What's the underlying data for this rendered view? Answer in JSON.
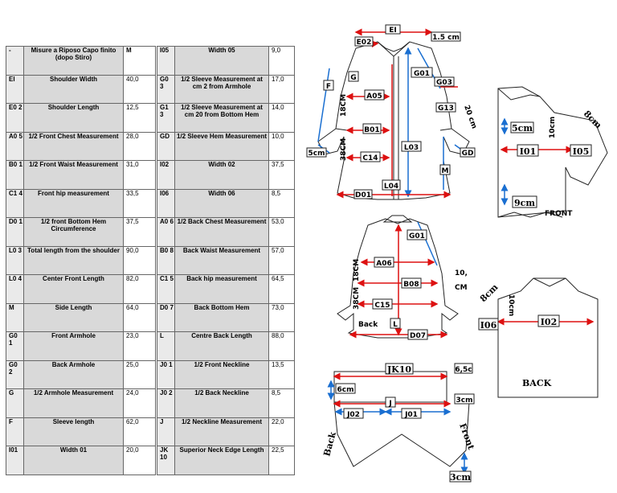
{
  "left_table": {
    "header": {
      "code": "-",
      "desc": "Misure a Riposo Capo finito (dopo Stiro)",
      "size": "M"
    },
    "rows": [
      {
        "code": "EI",
        "desc": "Shoulder Width",
        "value": "40,0"
      },
      {
        "code": "E0 2",
        "desc": "Shoulder Length",
        "value": "12,5"
      },
      {
        "code": "A0 5",
        "desc": "1/2 Front Chest Measurement",
        "value": "28,0"
      },
      {
        "code": "B0 1",
        "desc": "1/2 Front Waist Measurement",
        "value": "31,0"
      },
      {
        "code": "C1 4",
        "desc": "Front hip measurement",
        "value": "33,5"
      },
      {
        "code": "D0 1",
        "desc": "1/2 front Bottom Hem Circumference",
        "value": "37,5"
      },
      {
        "code": "L0 3",
        "desc": "Total length from the shoulder",
        "value": "90,0"
      },
      {
        "code": "L0 4",
        "desc": "Center Front Length",
        "value": "82,0"
      },
      {
        "code": "M",
        "desc": "Side Length",
        "value": "64,0"
      },
      {
        "code": "G0 1",
        "desc": "Front Armhole",
        "value": "23,0"
      },
      {
        "code": "G0 2",
        "desc": "Back Armhole",
        "value": "25,0"
      },
      {
        "code": "G",
        "desc": "1/2 Armhole Measurement",
        "value": "24,0"
      },
      {
        "code": "F",
        "desc": "Sleeve length",
        "value": "62,0"
      },
      {
        "code": "I01",
        "desc": "Width 01",
        "value": "20,0"
      }
    ]
  },
  "right_table": {
    "rows": [
      {
        "code": "I05",
        "desc": "Width 05",
        "value": "9,0"
      },
      {
        "code": "G0 3",
        "desc": "1/2 Sleeve Measurement at cm 2 from Armhole",
        "value": "17,0"
      },
      {
        "code": "G1 3",
        "desc": "1/2 Sleeve Measurement at cm 20 from Bottom Hem",
        "value": "14,0"
      },
      {
        "code": "GD",
        "desc": "1/2 Sleeve Hem Measurement",
        "value": "10,0"
      },
      {
        "code": "I02",
        "desc": "Width 02",
        "value": "37,5"
      },
      {
        "code": "I06",
        "desc": "Width 06",
        "value": "8,5"
      },
      {
        "code": "A0 6",
        "desc": "1/2 Back Chest Measurement",
        "value": "53,0"
      },
      {
        "code": "B0 8",
        "desc": "Back Waist Measurement",
        "value": "57,0"
      },
      {
        "code": "C1 5",
        "desc": "Back hip measurement",
        "value": "64,5"
      },
      {
        "code": "D0 7",
        "desc": "Back Bottom Hem",
        "value": "73,0"
      },
      {
        "code": "L",
        "desc": "Centre Back Length",
        "value": "88,0"
      },
      {
        "code": "J0 1",
        "desc": "1/2 Front Neckline",
        "value": "13,5"
      },
      {
        "code": "J0 2",
        "desc": "1/2 Back Neckline",
        "value": "8,5"
      },
      {
        "code": "J",
        "desc": "1/2 Neckline Measurement",
        "value": "22,0"
      },
      {
        "code": "JK 10",
        "desc": "Superior Neck Edge Length",
        "value": "22,5"
      }
    ]
  },
  "diagram_labels": {
    "front_top": "EI",
    "e02": "E02",
    "cm15": "1.5 cm",
    "g01": "G01",
    "g03": "G03",
    "g13": "G13",
    "cm20": "20 cm",
    "f": "F",
    "g": "G",
    "a05": "A05",
    "cm18": "18CM",
    "b01": "B01",
    "cm38": "38CM",
    "c14": "C14",
    "l03": "L03",
    "cm5": "5cm",
    "gd": "GD",
    "m": "M",
    "l04": "L04",
    "d01": "D01",
    "back_g01": "G01",
    "a06": "A06",
    "cm18b": "18CM",
    "b08": "B08",
    "cm10": "10,",
    "cm_suffix": "CM",
    "cm38b": "38CM",
    "c15": "C15",
    "back_word": "Back",
    "l": "L",
    "d07": "D07",
    "sleeve_5cm": "5cm",
    "sleeve_10cm": "10cm",
    "sleeve_8cm": "8cm",
    "i01": "I01",
    "i05": "I05",
    "cm9": "9cm",
    "front_word": "FRONT",
    "back_8cm": "8cm",
    "back_10cm": "10cm",
    "i06": "I06",
    "i02": "I02",
    "back_caption": "BACK",
    "jk10": "JK10",
    "cm6": "6cm",
    "cm65": "6,5c",
    "j": "J",
    "cm3": "3cm",
    "j02": "J02",
    "j01": "J01",
    "collar_back": "Back",
    "collar_front": "Front",
    "cm3b": "3cm"
  }
}
